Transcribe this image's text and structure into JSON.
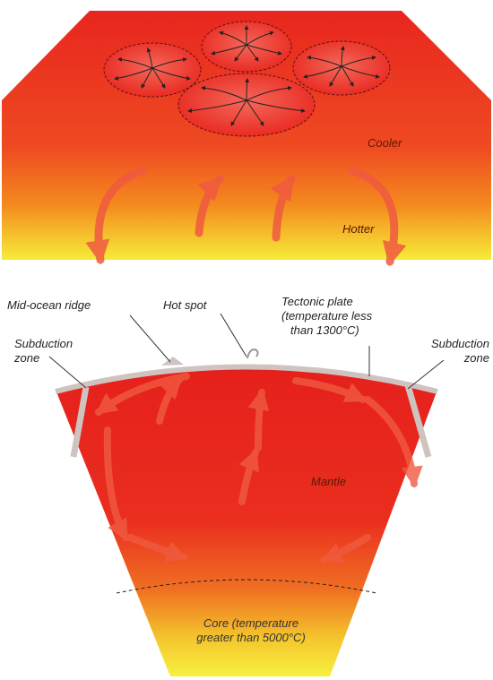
{
  "colors": {
    "hot_red": "#e8261e",
    "orange": "#f47a1f",
    "yellow": "#f6ef3a",
    "crust_gray": "#cfc3bf",
    "arrow_red": "#f05a40",
    "text": "#222222"
  },
  "top_block": {
    "cooler_label": "Cooler",
    "hotter_label": "Hotter"
  },
  "cross_section": {
    "mid_ocean_ridge": "Mid-ocean ridge",
    "hot_spot": "Hot spot",
    "tectonic_plate_line1": "Tectonic plate",
    "tectonic_plate_line2": "(temperature less",
    "tectonic_plate_line3": "than 1300°C)",
    "subduction_left_line1": "Subduction",
    "subduction_left_line2": "zone",
    "subduction_right_line1": "Subduction",
    "subduction_right_line2": "zone",
    "mantle": "Mantle",
    "core_line1": "Core (temperature",
    "core_line2": "greater than 5000°C)"
  }
}
